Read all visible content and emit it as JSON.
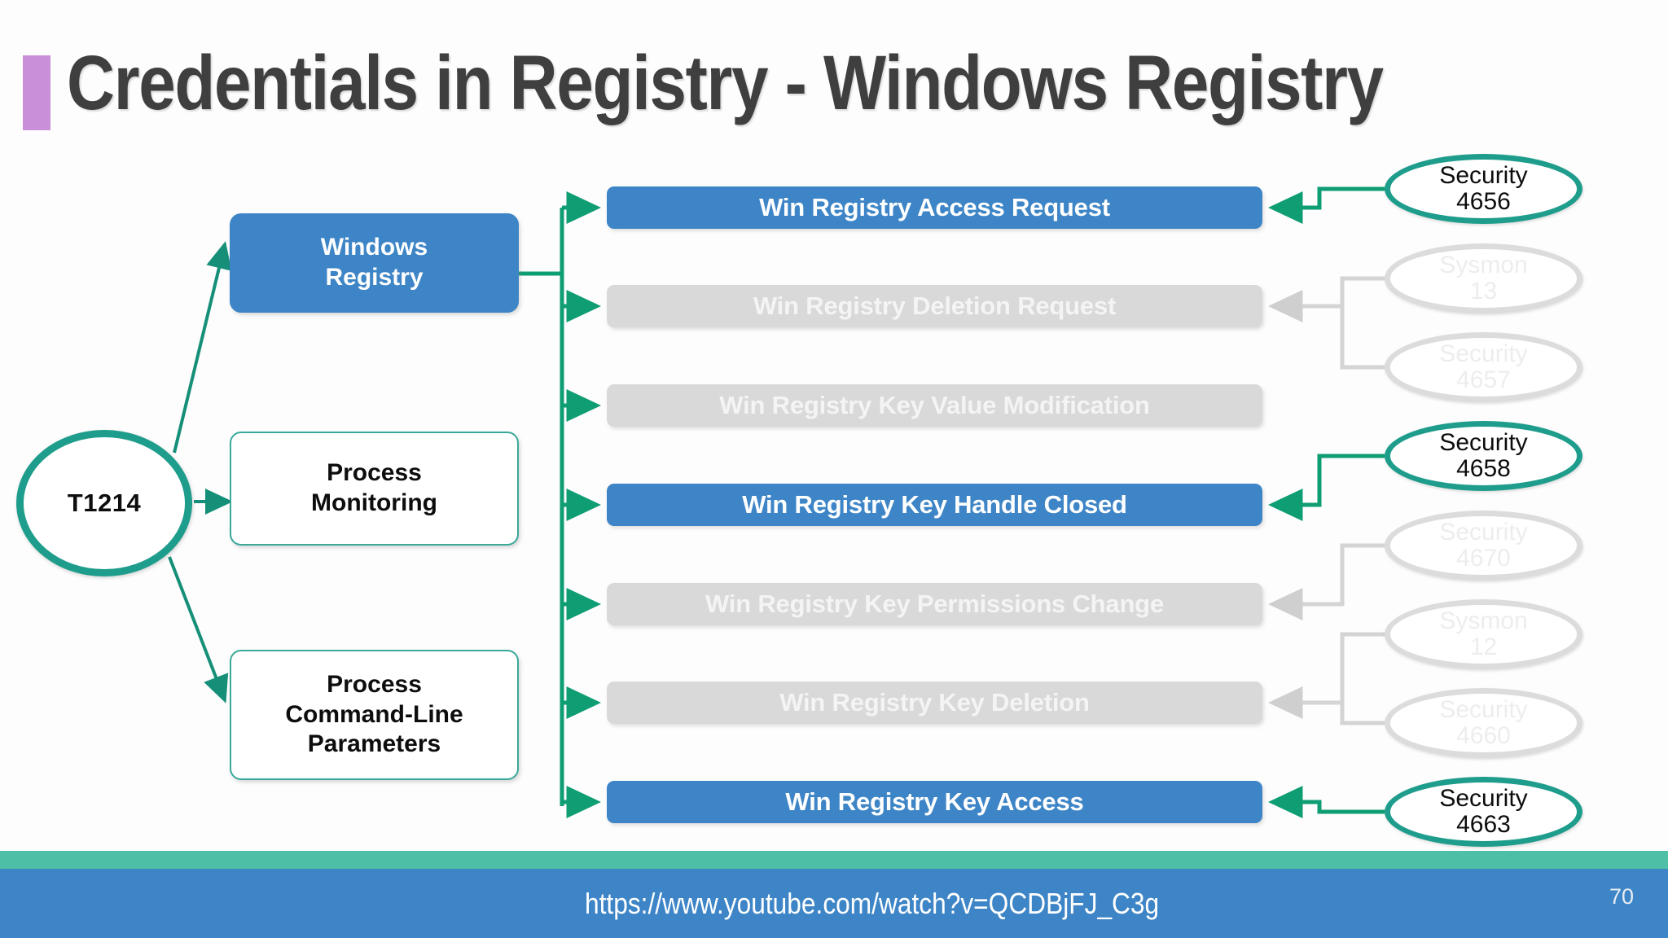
{
  "slide": {
    "title": "Credentials in Registry - Windows Registry",
    "accent_bar_color": "#c98fd9",
    "page_number": "70"
  },
  "footer": {
    "url": "https://www.youtube.com/watch?v=QCDBjFJ_C3g",
    "teal_color": "#4cbfa6",
    "blue_color": "#3d85c6"
  },
  "diagram": {
    "root": {
      "label": "T1214"
    },
    "categories": [
      {
        "label_line1": "Windows",
        "label_line2": "Registry",
        "label_line3": "",
        "state": "filled"
      },
      {
        "label_line1": "Process",
        "label_line2": "Monitoring",
        "label_line3": "",
        "state": "outline"
      },
      {
        "label_line1": "Process",
        "label_line2": "Command-Line",
        "label_line3": "Parameters",
        "state": "outline"
      }
    ],
    "events": [
      {
        "label": "Win Registry Access Request",
        "state": "on"
      },
      {
        "label": "Win Registry Deletion Request",
        "state": "off"
      },
      {
        "label": "Win Registry Key Value Modification",
        "state": "off"
      },
      {
        "label": "Win Registry Key Handle Closed",
        "state": "on"
      },
      {
        "label": "Win Registry Key Permissions Change",
        "state": "off"
      },
      {
        "label": "Win Registry Key Deletion",
        "state": "off"
      },
      {
        "label": "Win Registry Key Access",
        "state": "on"
      }
    ],
    "sources": [
      {
        "line1": "Security",
        "line2": "4656",
        "state": "on"
      },
      {
        "line1": "Sysmon",
        "line2": "13",
        "state": "off"
      },
      {
        "line1": "Security",
        "line2": "4657",
        "state": "off"
      },
      {
        "line1": "Security",
        "line2": "4658",
        "state": "on"
      },
      {
        "line1": "Security",
        "line2": "4670",
        "state": "off"
      },
      {
        "line1": "Sysmon",
        "line2": "12",
        "state": "off"
      },
      {
        "line1": "Security",
        "line2": "4660",
        "state": "off"
      },
      {
        "line1": "Security",
        "line2": "4663",
        "state": "on"
      }
    ],
    "colors": {
      "active_blue": "#3d85c6",
      "inactive_gray": "#d9d9d9",
      "teal_line": "#0f9d74",
      "teal_node": "#1f9d8c",
      "gray_line": "#d4d4d4"
    }
  }
}
